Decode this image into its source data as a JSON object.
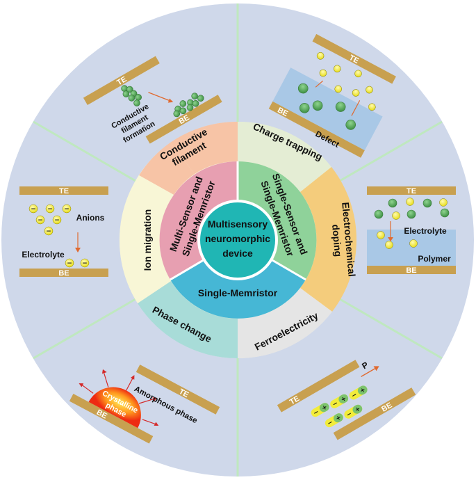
{
  "center": {
    "line1": "Multisensory",
    "line2": "neuromorphic",
    "line3": "device"
  },
  "inner": {
    "multi": {
      "line1": "Multi-Sensor and",
      "line2": "Single-Memristor"
    },
    "single_sensor": {
      "line1": "Single-Sensor and",
      "line2": "Single-Memristor"
    },
    "single_memristor": "Single-Memristor"
  },
  "mechanisms": {
    "conductive_filament": {
      "line1": "Conductive",
      "line2": "filament"
    },
    "charge_trapping": "Charge trapping",
    "electrochemical_doping": {
      "line1": "Electrochemical",
      "line2": "doping"
    },
    "ferroelectricity": "Ferroelectricity",
    "phase_change": "Phase change",
    "ion_migration": "Ion migration"
  },
  "electrodes": {
    "top": "TE",
    "bottom": "BE"
  },
  "panels": {
    "conductive_filament": {
      "line1": "Conductive",
      "line2": "filament",
      "line3": "formation"
    },
    "charge_trapping": {
      "defect": "Defect"
    },
    "electrochemical_doping": {
      "electrolyte": "Electrolyte",
      "polymer": "Polymer"
    },
    "ferroelectricity": {
      "polarization": "P"
    },
    "phase_change": {
      "amorphous": "Amorphous phase",
      "crystalline_1": "Crystalline",
      "crystalline_2": "phase"
    },
    "ion_migration": {
      "anions": "Anions",
      "electrolyte": "Electrolyte"
    }
  },
  "symbols": {
    "minus": "−",
    "plus": "+"
  },
  "colors": {
    "outer_disk": "#cfd8ea",
    "electrode": "#c8a050",
    "electrolyte_box": "#a9c8e6",
    "ion": "#f2ec3a",
    "dopant": "#5ba85b",
    "center": "#1fb5b5",
    "multi_segment": "#e6a0b0",
    "single_sensor_segment": "#8ed29a",
    "single_memristor_segment": "#46b7d5",
    "sector_divider": "#b8e6b8"
  }
}
